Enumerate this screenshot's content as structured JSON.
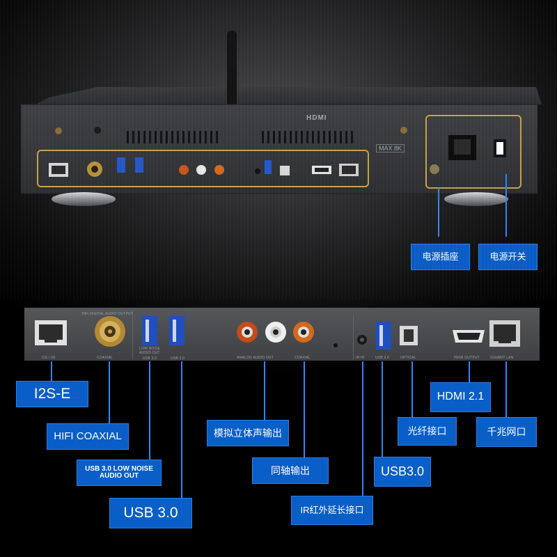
{
  "device": {
    "brand_logo": "HDMI",
    "model_badge": "MAX 8K"
  },
  "panel_labels": {
    "i2s": "I2S / IIS",
    "coaxial": "COAXIAL",
    "hifi_header": "HiFi DIGITAL AUDIO OUTPUT",
    "usb_low_noise": "LOW NOISE AUDIO OUT",
    "usb_a": "USB 3.0",
    "usb_b": "USB 3.0",
    "analog": "ANALOG AUDIO OUT",
    "coaxial_out": "COAXIAL",
    "ir": "IR IN",
    "usb_c": "USB 3.0",
    "optical": "OPTICAL",
    "hdmi": "HDMI OUTPUT",
    "lan": "GIGABIT LAN"
  },
  "callouts": {
    "power_socket": "电源插座",
    "power_switch": "电源开关",
    "i2s": "I2S-E",
    "hifi_coaxial": "HIFI COAXIAL",
    "usb_low_noise": "USB 3.0 LOW NOISE AUDIO OUT",
    "usb3": "USB 3.0",
    "analog_stereo": "模拟立体声输出",
    "coaxial_out": "同轴输出",
    "ir_ext": "IR红外延长接口",
    "usb3_b": "USB3.0",
    "optical": "光纤接口",
    "hdmi": "HDMI 2.1",
    "lan": "千兆网口"
  },
  "colors": {
    "callout_bg": "#0a5ec8",
    "callout_line": "#2e86ff",
    "highlight_frame": "#c9a24a",
    "panel": "#4a4c50"
  },
  "icons": [
    "antenna-icon",
    "ethernet-port-icon",
    "coaxial-port-icon",
    "usb-port-icon",
    "rca-jack-icon",
    "optical-port-icon",
    "hdmi-port-icon",
    "iec-power-socket-icon",
    "rocker-switch-icon"
  ]
}
